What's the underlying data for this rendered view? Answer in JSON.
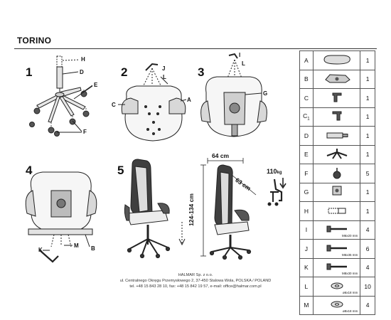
{
  "title": "TORINO",
  "steps": [
    "1",
    "2",
    "3",
    "4",
    "5"
  ],
  "callouts": {
    "s1": {
      "h": "H",
      "d": "D",
      "e": "E",
      "f": "F"
    },
    "s2": {
      "j": "J",
      "l": "L",
      "a": "A",
      "c": "C"
    },
    "s3": {
      "i": "I",
      "l": "L",
      "g": "G"
    },
    "s4": {
      "b": "B",
      "k": "K",
      "m": "M"
    }
  },
  "dimensions": {
    "width": "64 cm",
    "depth": "63 cm",
    "height": "124-134 cm",
    "load_value": "110",
    "load_unit": "kg"
  },
  "parts": [
    {
      "code": "A",
      "sub": "",
      "qty": "1",
      "icon": "seat-icon",
      "caption": ""
    },
    {
      "code": "B",
      "sub": "",
      "qty": "1",
      "icon": "mechanism-icon",
      "caption": ""
    },
    {
      "code": "C",
      "sub": "",
      "qty": "1",
      "icon": "armrest-left-icon",
      "caption": ""
    },
    {
      "code": "C",
      "sub": "1",
      "qty": "1",
      "icon": "armrest-right-icon",
      "caption": ""
    },
    {
      "code": "D",
      "sub": "",
      "qty": "1",
      "icon": "gas-lift-icon",
      "caption": ""
    },
    {
      "code": "E",
      "sub": "",
      "qty": "1",
      "icon": "star-base-icon",
      "caption": ""
    },
    {
      "code": "F",
      "sub": "",
      "qty": "5",
      "icon": "caster-icon",
      "caption": ""
    },
    {
      "code": "G",
      "sub": "",
      "qty": "1",
      "icon": "backrest-icon",
      "caption": ""
    },
    {
      "code": "H",
      "sub": "",
      "qty": "1",
      "icon": "gas-cover-icon",
      "caption": ""
    },
    {
      "code": "I",
      "sub": "",
      "qty": "4",
      "icon": "bolt-icon",
      "caption": "M6x20 mm"
    },
    {
      "code": "J",
      "sub": "",
      "qty": "6",
      "icon": "bolt-icon",
      "caption": "M6x35 mm"
    },
    {
      "code": "K",
      "sub": "",
      "qty": "4",
      "icon": "bolt-icon",
      "caption": "M8x30 mm"
    },
    {
      "code": "L",
      "sub": "",
      "qty": "10",
      "icon": "washer-icon",
      "caption": "ø6x18 mm"
    },
    {
      "code": "M",
      "sub": "",
      "qty": "4",
      "icon": "washer-icon",
      "caption": "ø8x18 mm"
    }
  ],
  "footer": {
    "line1": "HALMAR Sp. z o.o.",
    "line2": "ul. Centralnego Okręgu Przemysłowego 2, 37-450 Stalowa Wola, POLSKA / POLAND",
    "line3": "tel. +48 15 843 28 10, fax: +48 15 842 19 57, e-mail: office@halmar.com.pl"
  }
}
